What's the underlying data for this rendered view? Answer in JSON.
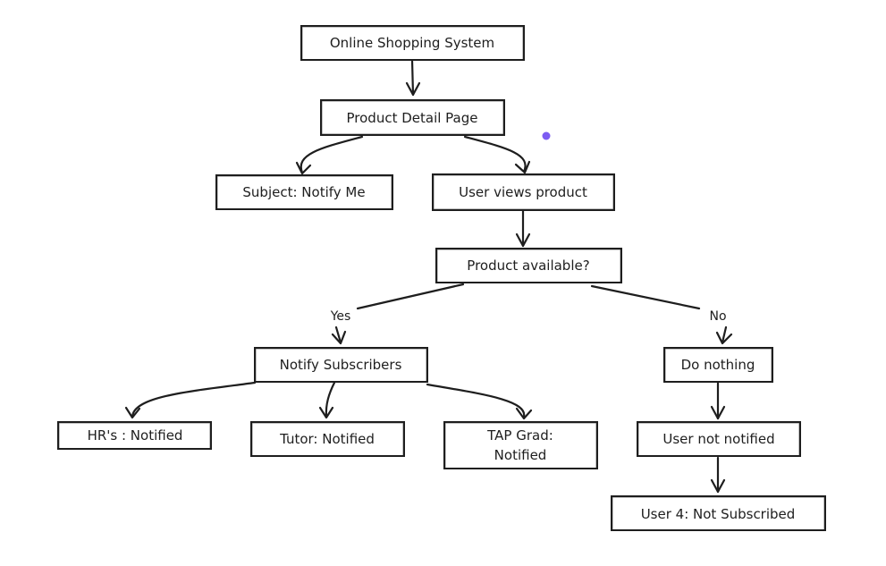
{
  "nodes": {
    "online_shopping": "Online Shopping System",
    "product_detail": "Product Detail Page",
    "subject_notify": "Subject: Notify Me",
    "user_views": "User views product",
    "product_available": "Product available?",
    "notify_subscribers": "Notify Subscribers",
    "do_nothing": "Do nothing",
    "hr_notified": "HR's : Notified",
    "tutor_notified": "Tutor: Notified",
    "tap_grad_line1": "TAP Grad:",
    "tap_grad_line2": "Notified",
    "user_not_notified": "User not notified",
    "user4": "User 4: Not Subscribed"
  },
  "edge_labels": {
    "yes": "Yes",
    "no": "No"
  },
  "colors": {
    "stroke": "#1e1e1e",
    "marker": "#7c5cf2"
  }
}
